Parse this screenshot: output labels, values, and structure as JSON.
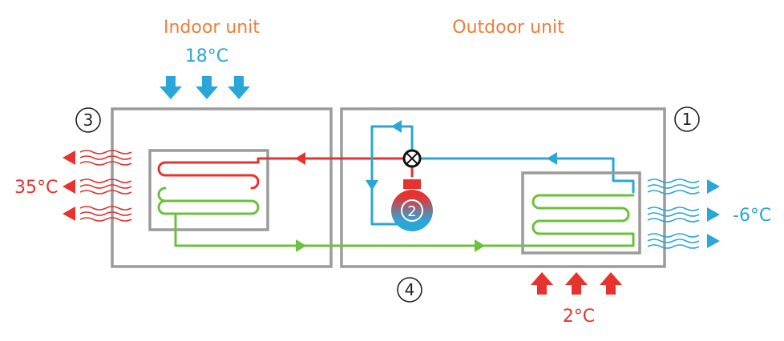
{
  "labels": {
    "indoor_unit": "Indoor unit",
    "outdoor_unit": "Outdoor unit",
    "indoor_air_in_temp": "18°C",
    "indoor_air_out_temp": "35°C",
    "outdoor_air_in_temp": "2°C",
    "outdoor_air_out_temp": "-6°C",
    "marker_1": "1",
    "marker_2": "2",
    "marker_3": "3",
    "marker_4": "4"
  },
  "colors": {
    "hot": "#e8322e",
    "cold": "#2aa7d8",
    "liquid": "#6cbf3f",
    "frame": "#9b9b9b",
    "heading": "#f07d3c"
  }
}
